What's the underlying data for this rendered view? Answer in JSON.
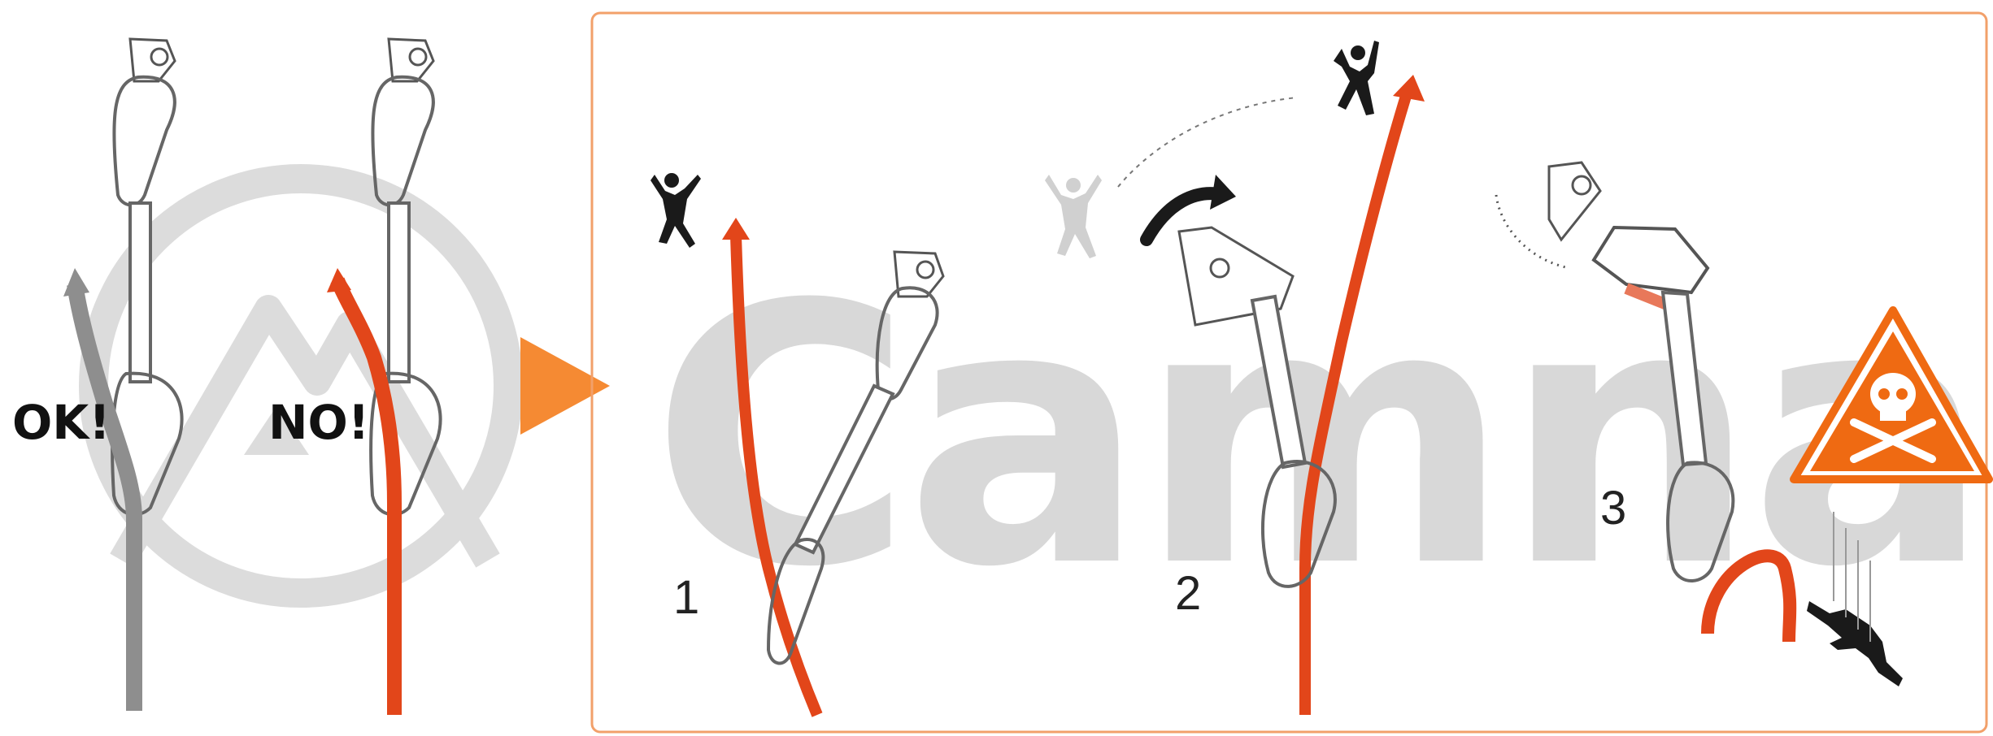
{
  "left_panel": {
    "ok_label": "OK!",
    "no_label": "NO!"
  },
  "steps": [
    {
      "number": "1"
    },
    {
      "number": "2"
    },
    {
      "number": "3"
    }
  ],
  "watermark": {
    "text": "Camnal"
  },
  "colors": {
    "rope_red": "#e2461a",
    "rope_grey": "#8e8e8e",
    "panel_border": "#f2a06a",
    "arrow_orange": "#f58a33",
    "warning_orange": "#ef6a12",
    "watermark_grey": "#d2d2d2",
    "climber": "#1a1a1a",
    "line": "#555555"
  },
  "icons": [
    "play-arrow-icon",
    "warning-skull-icon",
    "climber-icon",
    "rotate-arrow-icon"
  ]
}
